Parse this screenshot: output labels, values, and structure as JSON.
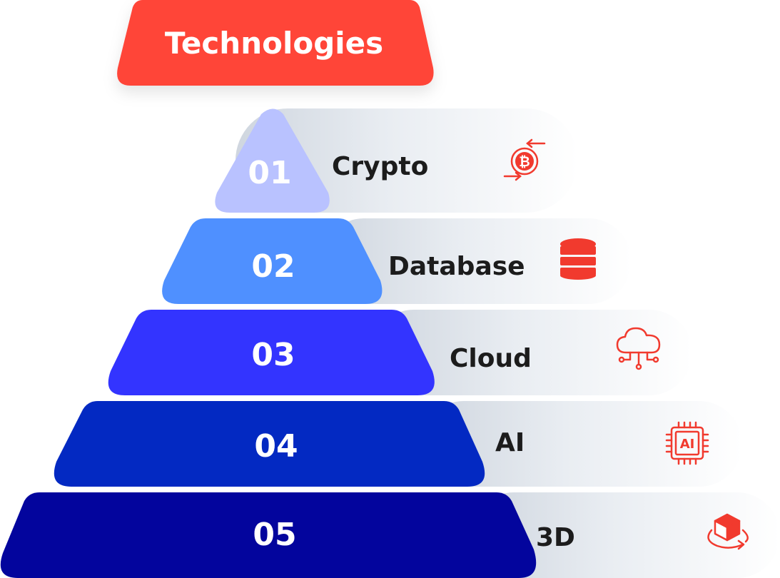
{
  "title": "Technologies",
  "colors": {
    "title_bg": "#FF4438",
    "icon": "#F13A2E",
    "label_text": "#1C1C1C",
    "number_text": "#FFFFFF",
    "pill_bg": "#EEF1F4"
  },
  "levels": [
    {
      "number": "01",
      "label": "Crypto",
      "icon": "crypto-exchange-icon",
      "color": "#B9C2FF"
    },
    {
      "number": "02",
      "label": "Database",
      "icon": "database-icon",
      "color": "#4F90FF"
    },
    {
      "number": "03",
      "label": "Cloud",
      "icon": "cloud-network-icon",
      "color": "#3334FF"
    },
    {
      "number": "04",
      "label": "AI",
      "icon": "ai-chip-icon",
      "color": "#0329C2"
    },
    {
      "number": "05",
      "label": "3D",
      "icon": "3d-cube-icon",
      "color": "#03059D"
    }
  ]
}
